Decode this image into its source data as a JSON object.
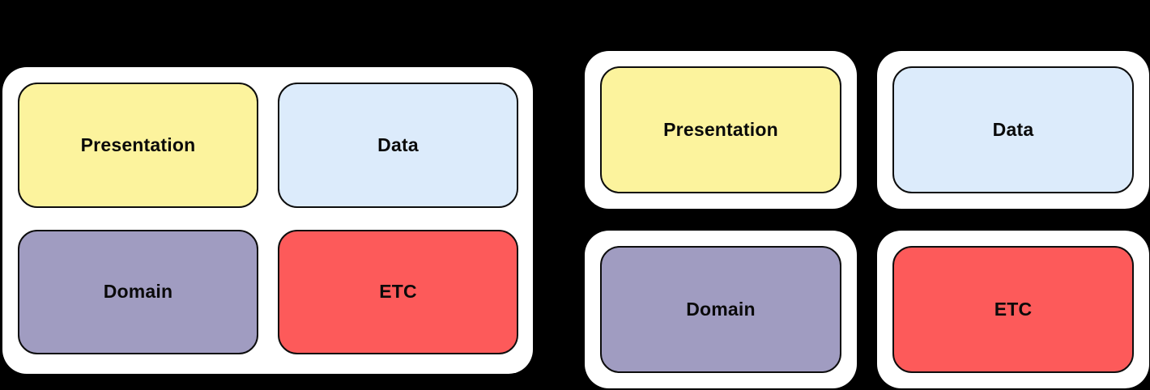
{
  "diagram": {
    "background": "#000000",
    "container_bg": "#ffffff"
  },
  "colors": {
    "presentation": "#fcf39d",
    "data": "#dcebfb",
    "domain": "#a09cc1",
    "etc": "#fd5a5a",
    "box_border": "#0d0d0d",
    "text": "#0a0a0a"
  },
  "left_group": {
    "boxes": [
      {
        "label": "Presentation",
        "color_key": "presentation"
      },
      {
        "label": "Data",
        "color_key": "data"
      },
      {
        "label": "Domain",
        "color_key": "domain"
      },
      {
        "label": "ETC",
        "color_key": "etc"
      }
    ]
  },
  "right_group": {
    "modules": [
      {
        "label": "Presentation",
        "color_key": "presentation"
      },
      {
        "label": "Data",
        "color_key": "data"
      },
      {
        "label": "Domain",
        "color_key": "domain"
      },
      {
        "label": "ETC",
        "color_key": "etc"
      }
    ]
  }
}
